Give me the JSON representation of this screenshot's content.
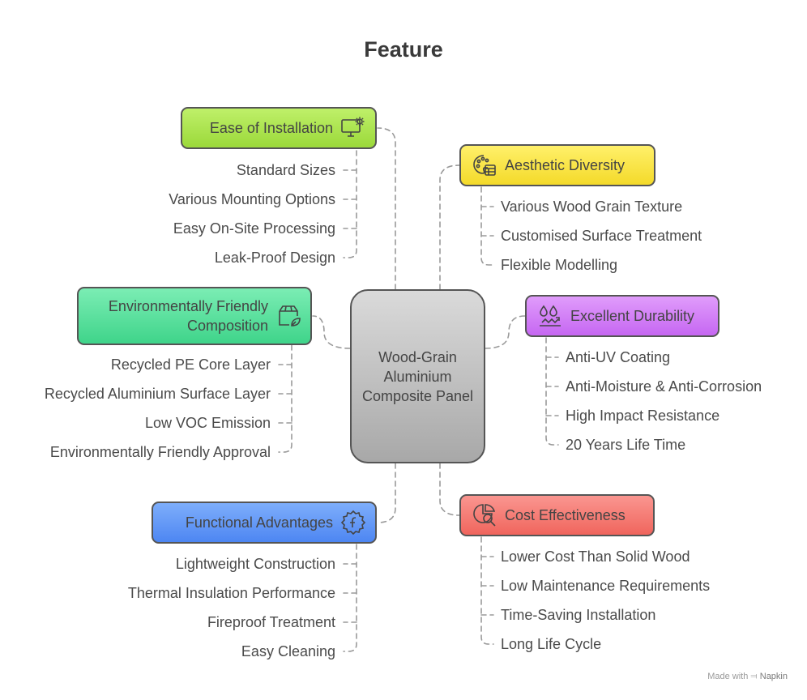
{
  "title": "Feature",
  "center": {
    "label": "Wood-Grain Aluminium Composite Panel"
  },
  "branches": {
    "ease": {
      "label": "Ease of Installation",
      "icon": "monitor-settings-icon",
      "color": "#a4e340",
      "items": [
        "Standard Sizes",
        "Various Mounting Options",
        "Easy On-Site Processing",
        "Leak-Proof Design"
      ]
    },
    "aesthetic": {
      "label": "Aesthetic Diversity",
      "icon": "palette-icon",
      "color": "#f8e23c",
      "items": [
        "Various Wood Grain Texture",
        "Customised Surface Treatment",
        "Flexible Modelling"
      ]
    },
    "environment": {
      "label": "Environmentally Friendly Composition",
      "icon": "eco-package-icon",
      "color": "#4fe09a",
      "items": [
        "Recycled PE Core Layer",
        "Recycled Aluminium Surface Layer",
        "Low VOC Emission",
        "Environmentally Friendly Approval"
      ]
    },
    "durability": {
      "label": "Excellent Durability",
      "icon": "water-resistance-icon",
      "color": "#cf7bf6",
      "items": [
        "Anti-UV Coating",
        "Anti-Moisture & Anti-Corrosion",
        "High Impact Resistance",
        "20 Years Life Time"
      ]
    },
    "functional": {
      "label": "Functional Advantages",
      "icon": "function-badge-icon",
      "color": "#5b95f7",
      "items": [
        "Lightweight Construction",
        "Thermal Insulation Performance",
        "Fireproof Treatment",
        "Easy Cleaning"
      ]
    },
    "cost": {
      "label": "Cost Effectiveness",
      "icon": "cost-analysis-icon",
      "color": "#f7746c",
      "items": [
        "Lower Cost Than Solid Wood",
        "Low Maintenance Requirements",
        "Time-Saving Installation",
        "Long Life Cycle"
      ]
    }
  },
  "footer": {
    "made_with": "Made with",
    "brand": "Napkin"
  }
}
